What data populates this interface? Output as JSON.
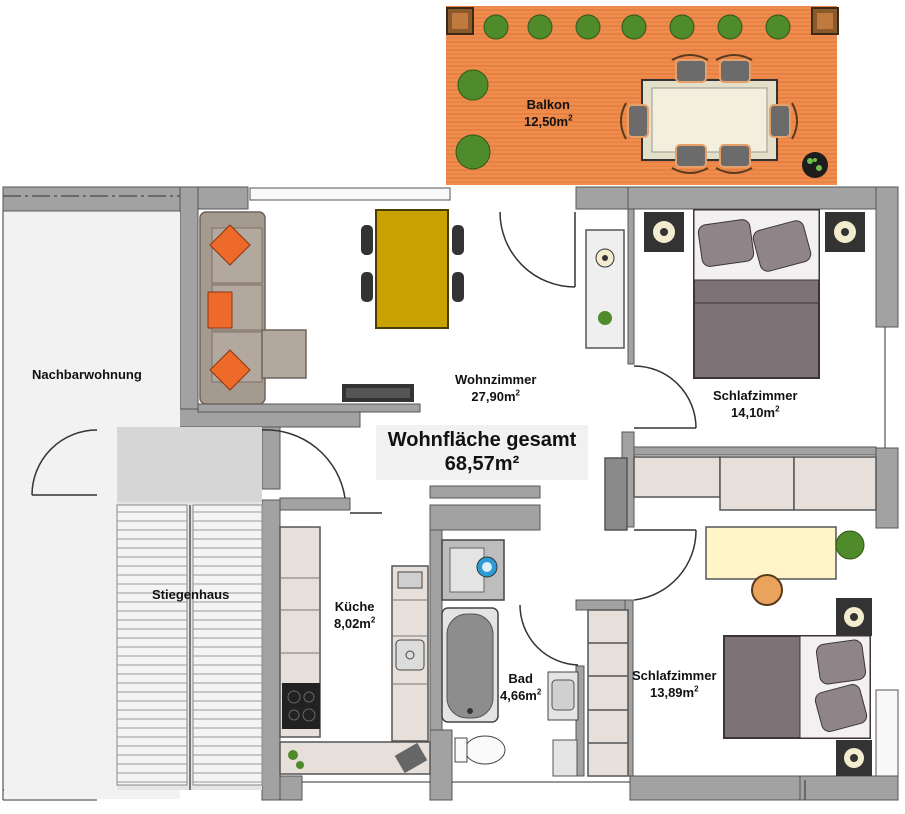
{
  "rooms": {
    "balcony": {
      "name": "Balkon",
      "area": "12,50m",
      "unit_sup": "2"
    },
    "living": {
      "name": "Wohnzimmer",
      "area": "27,90m",
      "unit_sup": "2"
    },
    "bedroom1": {
      "name": "Schlafzimmer",
      "area": "14,10m",
      "unit_sup": "2"
    },
    "bedroom2": {
      "name": "Schlafzimmer",
      "area": "13,89m",
      "unit_sup": "2"
    },
    "kitchen": {
      "name": "Küche",
      "area": "8,02m",
      "unit_sup": "2"
    },
    "bath": {
      "name": "Bad",
      "area": "4,66m",
      "unit_sup": "2"
    },
    "stairwell": {
      "name": "Stiegenhaus"
    },
    "neighbor": {
      "name": "Nachbarwohnung"
    }
  },
  "total": {
    "title": "Wohnfläche gesamt",
    "value": "68,57m²"
  },
  "colors": {
    "wall": "#a2a2a2",
    "balcony_floor": "#f08c4c",
    "sofa": "#a59a8f",
    "pillow": "#ee6a2b",
    "dining_table": "#c9a100",
    "bed_frame": "#7d7276",
    "pillow_grey": "#8f8588",
    "cabinet": "#e7dfd9",
    "desk": "#fff5c8"
  }
}
